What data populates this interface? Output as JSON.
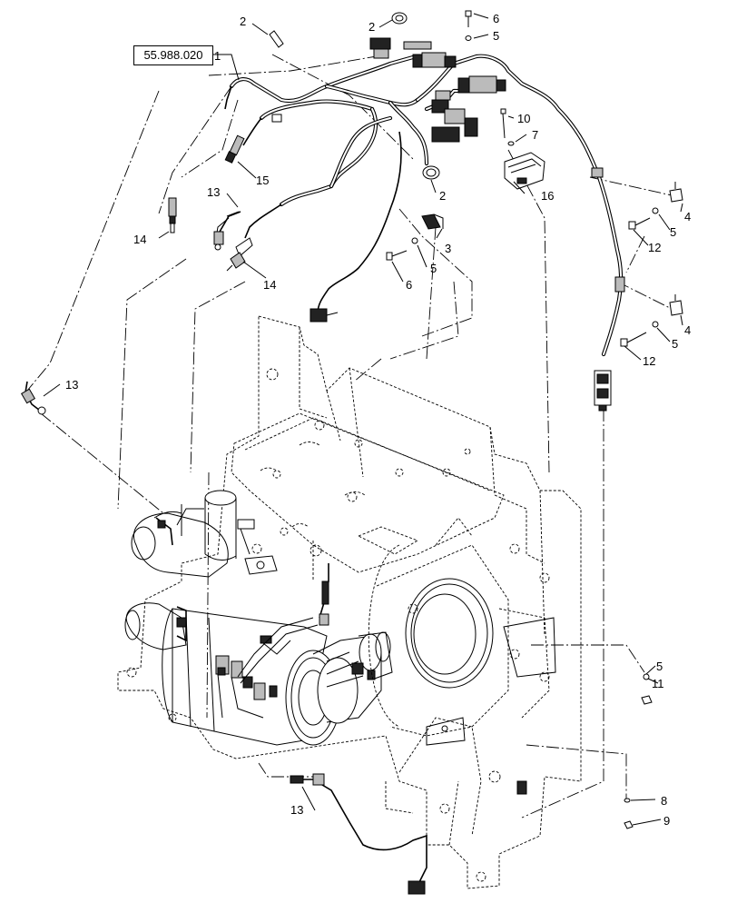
{
  "reference": {
    "label": "55.988.020"
  },
  "callouts": [
    {
      "id": "c1a",
      "text": "1"
    },
    {
      "id": "c2a",
      "text": "2"
    },
    {
      "id": "c2b",
      "text": "2"
    },
    {
      "id": "c2c",
      "text": "2"
    },
    {
      "id": "c3",
      "text": "3"
    },
    {
      "id": "c4a",
      "text": "4"
    },
    {
      "id": "c4b",
      "text": "4"
    },
    {
      "id": "c5a",
      "text": "5"
    },
    {
      "id": "c5b",
      "text": "5"
    },
    {
      "id": "c5c",
      "text": "5"
    },
    {
      "id": "c5d",
      "text": "5"
    },
    {
      "id": "c5e",
      "text": "5"
    },
    {
      "id": "c6a",
      "text": "6"
    },
    {
      "id": "c6b",
      "text": "6"
    },
    {
      "id": "c7",
      "text": "7"
    },
    {
      "id": "c8",
      "text": "8"
    },
    {
      "id": "c9",
      "text": "9"
    },
    {
      "id": "c10",
      "text": "10"
    },
    {
      "id": "c11",
      "text": "11"
    },
    {
      "id": "c12a",
      "text": "12"
    },
    {
      "id": "c12b",
      "text": "12"
    },
    {
      "id": "c13a",
      "text": "13"
    },
    {
      "id": "c13b",
      "text": "13"
    },
    {
      "id": "c13c",
      "text": "13"
    },
    {
      "id": "c14a",
      "text": "14"
    },
    {
      "id": "c14b",
      "text": "14"
    },
    {
      "id": "c15",
      "text": "15"
    },
    {
      "id": "c16",
      "text": "16"
    }
  ]
}
